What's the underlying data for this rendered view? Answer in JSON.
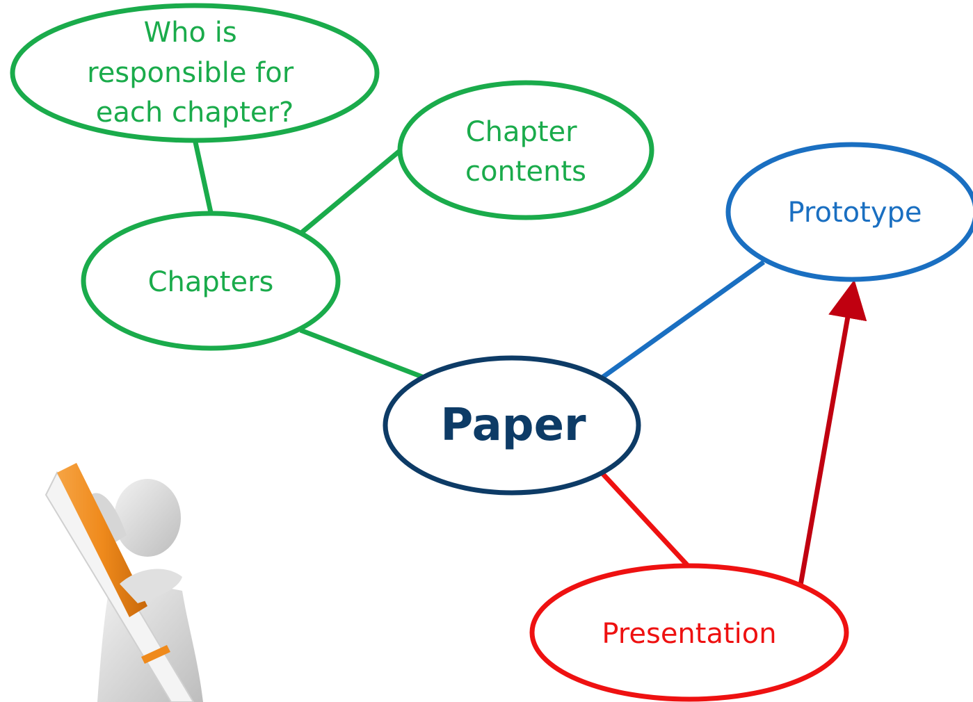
{
  "nodes": {
    "who": {
      "lines": [
        "Who is",
        "responsible for",
        "each chapter?"
      ],
      "color": "#1aab4b"
    },
    "contents": {
      "lines": [
        "Chapter",
        "contents"
      ],
      "color": "#1aab4b"
    },
    "chapters": {
      "label": "Chapters",
      "color": "#1aab4b"
    },
    "paper": {
      "label": "Paper",
      "color": "#0d3b66"
    },
    "prototype": {
      "label": "Prototype",
      "color": "#1a6fc1"
    },
    "presentation": {
      "label": "Presentation",
      "color": "#ee1111"
    }
  },
  "arrow_color": "#c00010",
  "illustration": {
    "icon": "person-holding-pen-icon",
    "pen_color": "#ef8a1c"
  }
}
